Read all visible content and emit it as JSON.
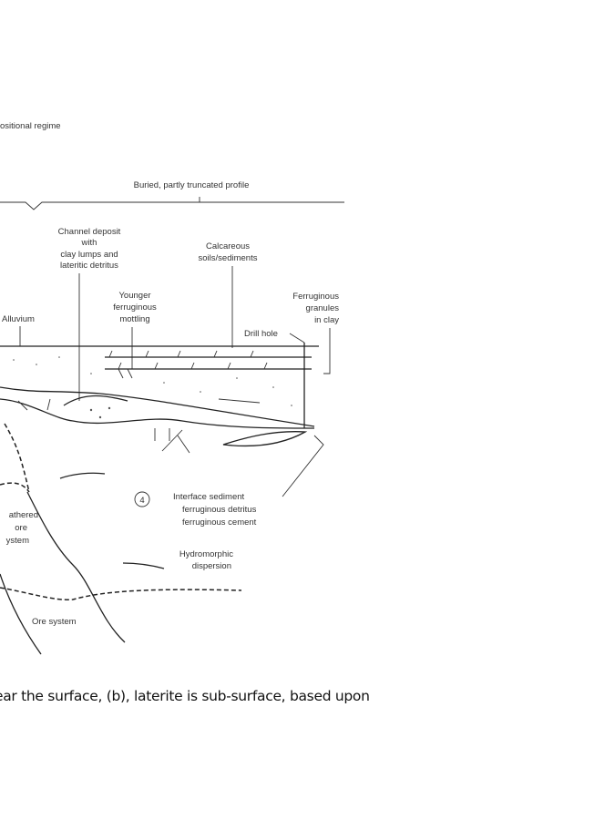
{
  "figure": {
    "regime_label": "ositional regime",
    "profile_label": "Buried, partly truncated profile",
    "channel_deposit": [
      "Channel deposit",
      "with",
      "clay lumps and",
      "lateritic detritus"
    ],
    "calcareous": [
      "Calcareous",
      "soils/sediments"
    ],
    "younger_mottling": [
      "Younger",
      "ferruginous",
      "mottling"
    ],
    "granules": [
      "Ferruginous",
      "granules",
      "in clay"
    ],
    "alluvium": "Alluvium",
    "drill_hole": "Drill hole",
    "circle_number": "4",
    "interface": [
      "Interface sediment",
      "ferruginous detritus",
      "ferruginous cement"
    ],
    "weathered": [
      "athered",
      "ore",
      "ystem"
    ],
    "hydromorphic": [
      "Hydromorphic",
      "dispersion"
    ],
    "ore_system": "Ore system"
  },
  "caption": "ear the surface, (b), laterite is sub-surface, based upon"
}
